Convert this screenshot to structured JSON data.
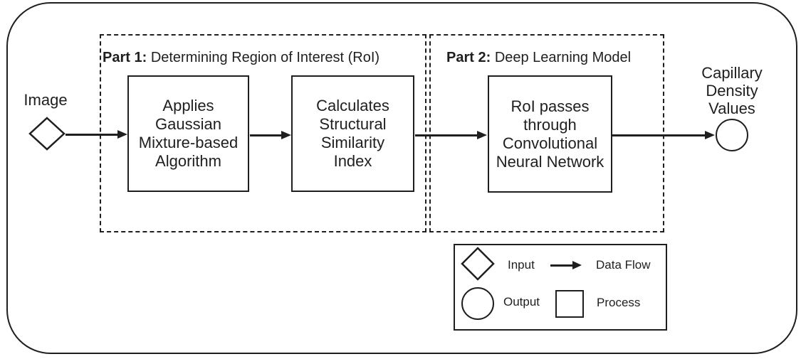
{
  "diagram": {
    "colors": {
      "stroke": "#1f1f1f",
      "bg": "#ffffff"
    },
    "input_label": "Image",
    "output_label": "Capillary\nDensity\nValues",
    "part1": {
      "title_bold": "Part 1:",
      "title_rest": "Determining Region of Interest (RoI)",
      "box1": "Applies\nGaussian\nMixture-based\nAlgorithm",
      "box2": "Calculates\nStructural\nSimilarity\nIndex"
    },
    "part2": {
      "title_bold": "Part 2:",
      "title_rest": "Deep Learning Model",
      "box1": "RoI passes\nthrough\nConvolutional\nNeural Network"
    },
    "legend": {
      "input_label": "Input",
      "data_flow_label": "Data Flow",
      "output_label": "Output",
      "process_label": "Process"
    }
  }
}
